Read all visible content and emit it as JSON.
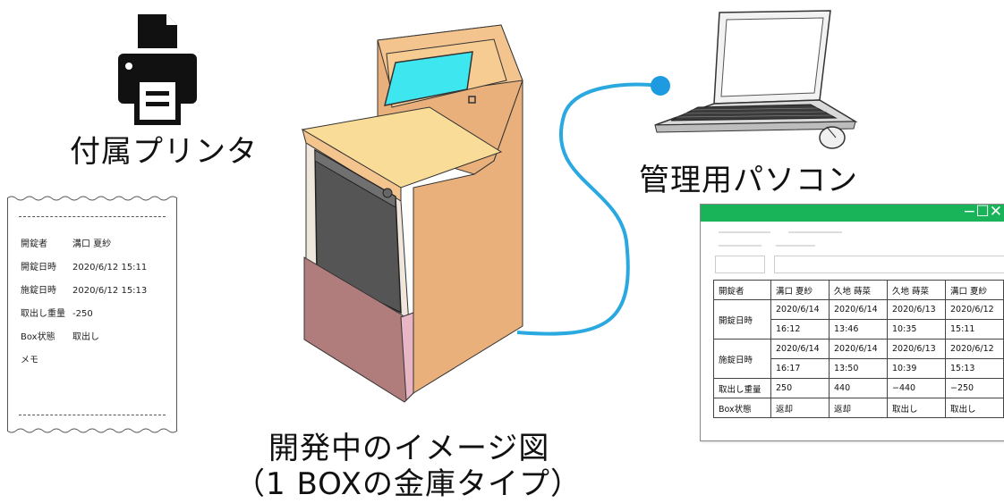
{
  "labels": {
    "printer": "付属プリンタ",
    "pc": "管理用パソコン",
    "caption_line1": "開発中のイメージ図",
    "caption_line2": "（1 BOXの金庫タイプ）"
  },
  "receipt": {
    "rows": [
      {
        "key": "開錠者",
        "value": "溝口 夏紗"
      },
      {
        "key": "開錠日時",
        "value": "2020/6/12 15:11"
      },
      {
        "key": "施錠日時",
        "value": "2020/6/12 15:13"
      },
      {
        "key": "取出し重量",
        "value": "-250"
      },
      {
        "key": "Box状態",
        "value": "取出し"
      },
      {
        "key": "メモ",
        "value": ""
      }
    ]
  },
  "window": {
    "controls": "−☐✕",
    "table": {
      "opener_label": "開錠者",
      "openers": [
        "溝口 夏紗",
        "久地 蒔菜",
        "久地 蒔菜",
        "溝口 夏紗"
      ],
      "open_label": "開錠日時",
      "open_dates": [
        "2020/6/14",
        "2020/6/14",
        "2020/6/13",
        "2020/6/12"
      ],
      "open_times": [
        "16:12",
        "13:46",
        "10:35",
        "15:11"
      ],
      "lock_label": "施錠日時",
      "lock_dates": [
        "2020/6/14",
        "2020/6/14",
        "2020/6/13",
        "2020/6/12"
      ],
      "lock_times": [
        "16:17",
        "13:50",
        "10:39",
        "15:13"
      ],
      "weight_label": "取出し重量",
      "weights": [
        "250",
        "440",
        "−440",
        "−250"
      ],
      "status_label": "Box状態",
      "statuses": [
        "返却",
        "返却",
        "取出し",
        "取出し"
      ]
    }
  },
  "colors": {
    "cable": "#2aa8e0",
    "cable_end": "#1e9be0",
    "cabinet_side": "#eab07b",
    "cabinet_top": "#f8dc97",
    "cabinet_base": "#b07c7c",
    "screen": "#3ee6f0",
    "door": "#555555",
    "titlebar": "#19b35a"
  }
}
